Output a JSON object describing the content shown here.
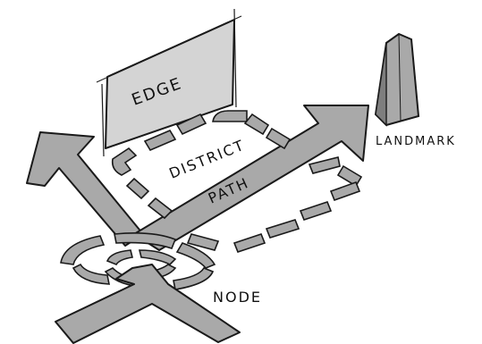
{
  "diagram": {
    "labels": {
      "edge": "EDGE",
      "district": "DISTRICT",
      "path": "PATH",
      "landmark": "LANDMARK",
      "node": "NODE"
    },
    "colors": {
      "fill_gray": "#a9a9a9",
      "fill_light": "#d4d4d4",
      "ink": "#1a1a1a",
      "background": "#ffffff"
    }
  }
}
